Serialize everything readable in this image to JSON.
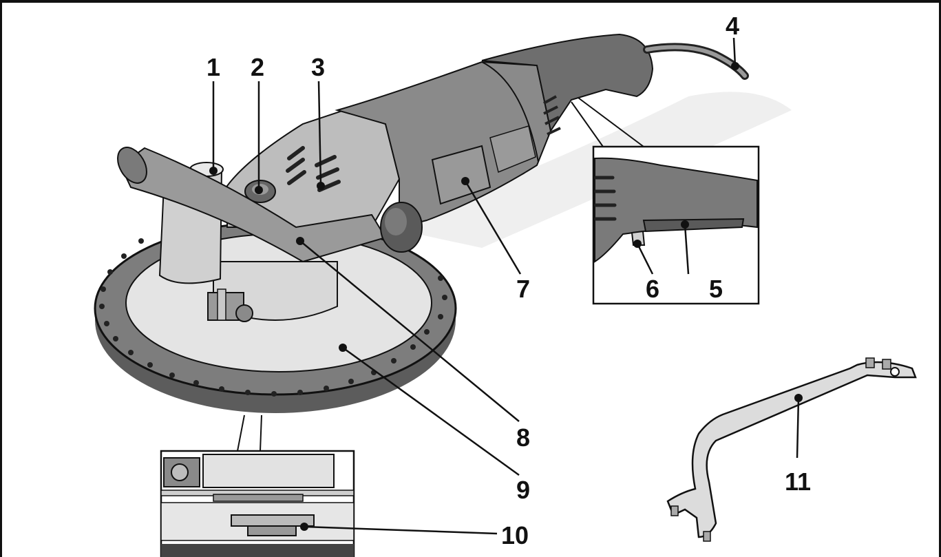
{
  "callouts": [
    {
      "id": "1",
      "text": "1"
    },
    {
      "id": "2",
      "text": "2"
    },
    {
      "id": "3",
      "text": "3"
    },
    {
      "id": "4",
      "text": "4"
    },
    {
      "id": "5",
      "text": "5"
    },
    {
      "id": "6",
      "text": "6"
    },
    {
      "id": "7",
      "text": "7"
    },
    {
      "id": "8",
      "text": "8"
    },
    {
      "id": "9",
      "text": "9"
    },
    {
      "id": "10",
      "text": "10"
    },
    {
      "id": "11",
      "text": "11"
    }
  ],
  "colors": {
    "body_dark": "#6a6a6a",
    "body_mid": "#8c8c8c",
    "body_light": "#b4b4b4",
    "disc": "#e6e6e6",
    "ring": "#5a5a5a",
    "line": "#111111"
  },
  "icons": [
    "grinder-illustration",
    "pin-wrench-illustration",
    "trigger-detail-inset",
    "flange-detail-inset"
  ]
}
